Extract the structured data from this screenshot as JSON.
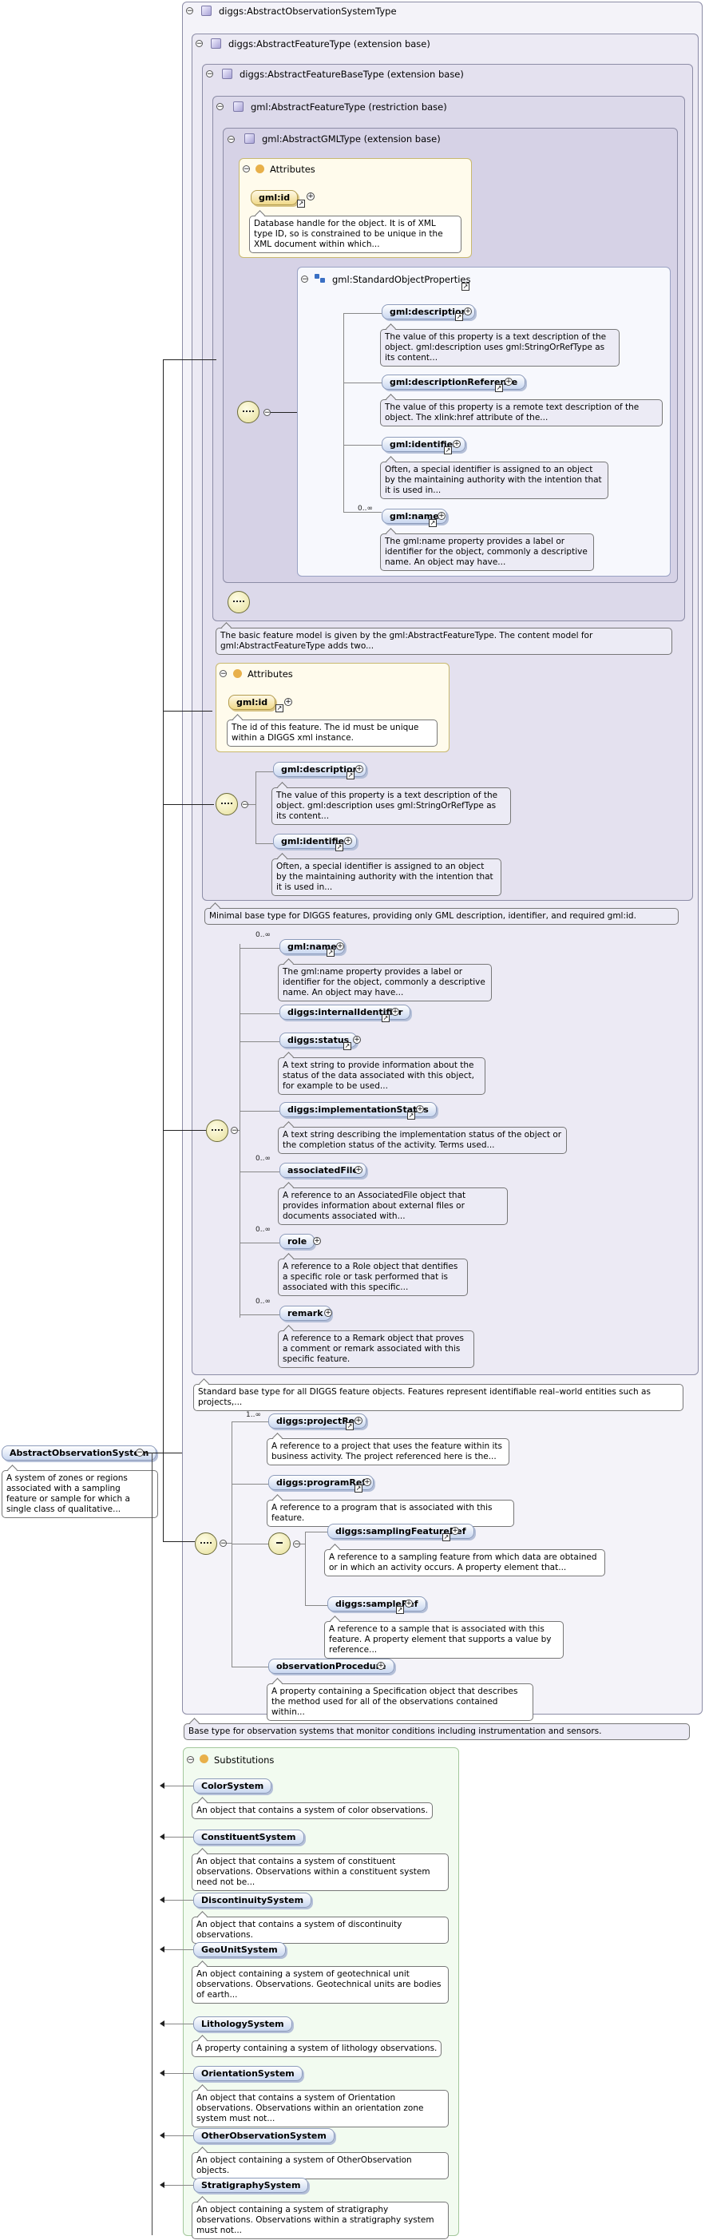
{
  "root": {
    "title": "diggs:AbstractObservationSystemType",
    "doc": "Base type for observation systems that monitor conditions including instrumentation and sensors."
  },
  "root_element": {
    "name": "AbstractObservationSystem",
    "doc": "A system of zones or regions associated with a sampling feature or sample for which a single class of qualitative..."
  },
  "feature_type": {
    "title": "diggs:AbstractFeatureType (extension base)",
    "doc": "Standard base type for all DIGGS feature objects. Features represent identifiable real–world entities such as projects,..."
  },
  "feature_base": {
    "title": "diggs:AbstractFeatureBaseType (extension base)",
    "doc": "Minimal base type for DIGGS features, providing only GML description, identifier, and required gml:id."
  },
  "gml_feature": {
    "title": "gml:AbstractFeatureType (restriction base)",
    "doc": "The basic feature model is given by the gml:AbstractFeatureType. The content model for gml:AbstractFeatureType adds two..."
  },
  "gml_gml": {
    "title": "gml:AbstractGMLType (extension base)",
    "attributes_label": "Attributes",
    "id_label": "gml:id",
    "id_doc": "Database handle for the object. It is of XML type ID, so is constrained to be unique in the XML document within which...",
    "group_label": "gml:StandardObjectProperties",
    "group_items": [
      {
        "name": "gml:description",
        "doc": "The value of this property is a text description of the object. gml:description uses gml:StringOrRefType as its content..."
      },
      {
        "name": "gml:descriptionReference",
        "doc": "The value of this property is a remote text description of the object. The xlink:href attribute of the..."
      },
      {
        "name": "gml:identifier",
        "doc": "Often, a special identifier is assigned to an object by the maintaining authority with the intention that it is used in..."
      },
      {
        "name": "gml:name",
        "cardinality": "0..∞",
        "doc": "The gml:name property provides a label or identifier for the object, commonly a descriptive name. An object may have..."
      }
    ]
  },
  "base_attrs": {
    "attributes_label": "Attributes",
    "id_label": "gml:id",
    "id_doc": "The id of this feature. The id must be unique within a DIGGS xml instance.",
    "items": [
      {
        "name": "gml:description",
        "doc": "The value of this property is a text description of the object. gml:description uses gml:StringOrRefType as its content..."
      },
      {
        "name": "gml:identifier",
        "doc": "Often, a special identifier is assigned to an object by the maintaining authority with the intention that it is used in..."
      }
    ]
  },
  "feature_items": [
    {
      "name": "gml:name",
      "cardinality": "0..∞",
      "doc": "The gml:name property provides a label or identifier for the object, commonly a descriptive name. An object may have..."
    },
    {
      "name": "diggs:internalIdentifier",
      "cardinality": "",
      "doc": ""
    },
    {
      "name": "diggs:status",
      "cardinality": "",
      "doc": "A text string to provide information about the status of the data associated with this object, for example to be used..."
    },
    {
      "name": "diggs:implementationStatus",
      "cardinality": "",
      "doc": "A text string describing the implementation status of the object or the completion status of the activity. Terms used..."
    },
    {
      "name": "associatedFile",
      "cardinality": "0..∞",
      "doc": "A reference to an AssociatedFile object that provides information about external files or documents associated with..."
    },
    {
      "name": "role",
      "cardinality": "0..∞",
      "doc": "A reference to a Role object that dentifies a specific role or task performed that is associated with this specific..."
    },
    {
      "name": "remark",
      "cardinality": "0..∞",
      "doc": "A reference to a Remark object that proves a comment or remark associated with this specific feature."
    }
  ],
  "system_items": {
    "projectRef": {
      "name": "diggs:projectRef",
      "cardinality": "1..∞",
      "doc": "A reference to a project that uses the feature within its business activity. The project referenced here is the..."
    },
    "programRef": {
      "name": "diggs:programRef",
      "doc": "A reference to a program that is associated with this feature."
    },
    "samplingFeatureRef": {
      "name": "diggs:samplingFeatureRef",
      "doc": "A reference to a sampling feature from which data are obtained or in which an activity occurs. A property element that..."
    },
    "sampleRef": {
      "name": "diggs:sampleRef",
      "doc": "A reference to a sample that is associated with this feature. A property element that supports a value by reference..."
    },
    "observationProcedure": {
      "name": "observationProcedure",
      "doc": "A property containing a Specification object that describes the method used for all of the observations contained within..."
    }
  },
  "substitutions": {
    "label": "Substitutions",
    "items": [
      {
        "name": "ColorSystem",
        "doc": "An object that contains a system of color observations."
      },
      {
        "name": "ConstituentSystem",
        "doc": "An object that contains a system of constituent observations. Observations within a constituent system need not be..."
      },
      {
        "name": "DiscontinuitySystem",
        "doc": "An object that contains a system of discontinuity observations."
      },
      {
        "name": "GeoUnitSystem",
        "doc": "An object containing a system of geotechnical unit observations. Observations. Geotechnical units are bodies of earth..."
      },
      {
        "name": "LithologySystem",
        "doc": "A property containing a system of lithology observations."
      },
      {
        "name": "OrientationSystem",
        "doc": "An object that contains a system of Orientation observations. Observations within an orientation zone system must not..."
      },
      {
        "name": "OtherObservationSystem",
        "doc": "An object containing a system of OtherObservation objects."
      },
      {
        "name": "StratigraphySystem",
        "doc": "An object containing a system of stratigraphy observations. Observations within a stratigraphy system must not..."
      }
    ]
  },
  "symbols": {
    "collapse": "⊖",
    "expand": "+",
    "link": "↗"
  }
}
